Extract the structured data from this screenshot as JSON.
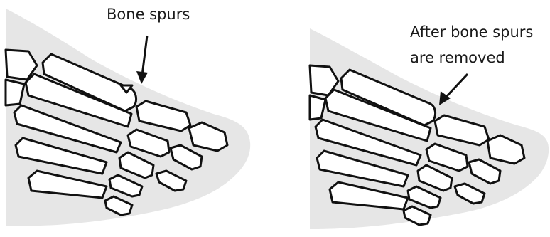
{
  "figure": {
    "before": {
      "label": "Bone spurs"
    },
    "after": {
      "label_line1": "After bone spurs",
      "label_line2": "are removed"
    }
  }
}
